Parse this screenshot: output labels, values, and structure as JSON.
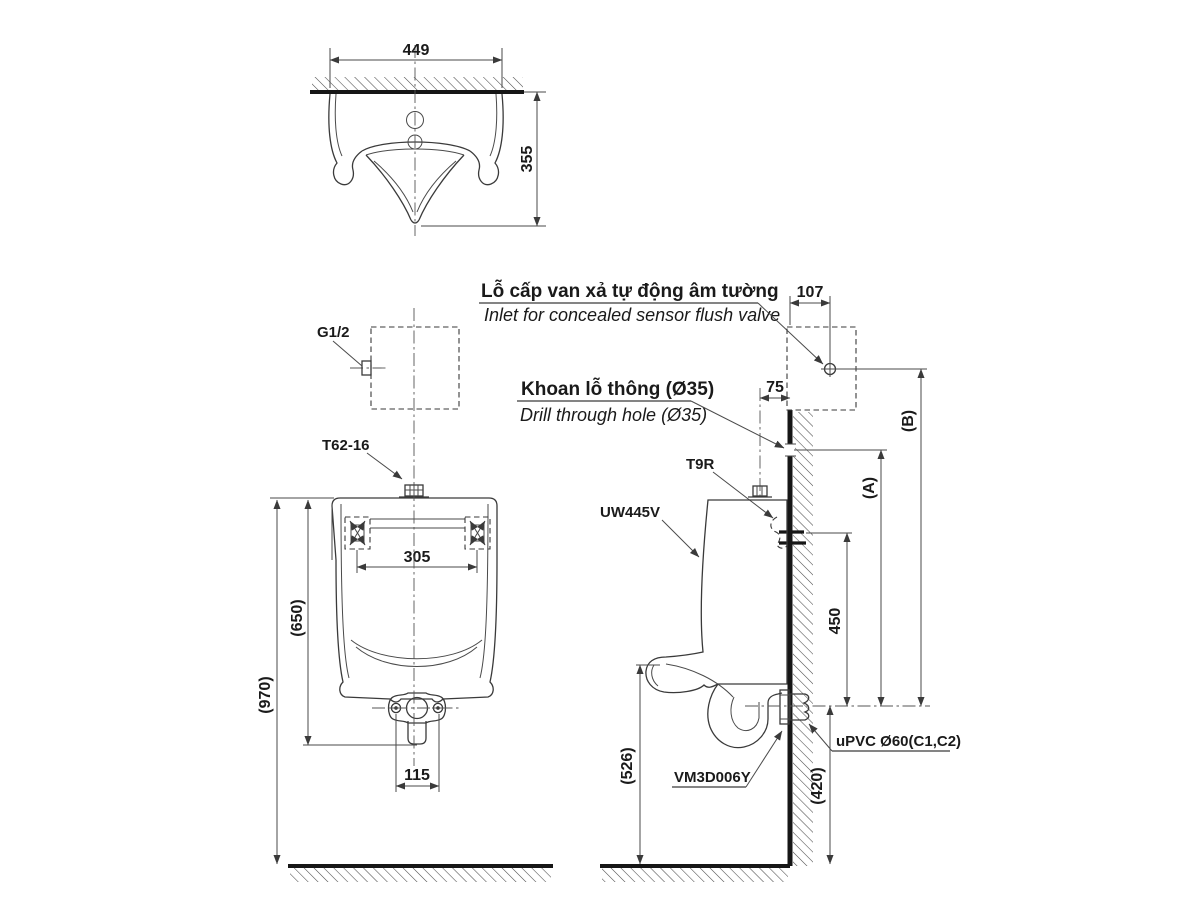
{
  "drawing": {
    "top_view": {
      "width": "449",
      "depth": "355"
    },
    "front_view": {
      "inlet_thread": "G1/2",
      "spud": "T62-16",
      "bolt_span": "305",
      "rim_height": "(650)",
      "total_height": "(970)",
      "outlet_width": "115"
    },
    "callouts": {
      "inlet_vi": "Lỗ cấp van xả tự động âm tường",
      "inlet_en": "Inlet for concealed sensor flush valve",
      "drill_vi": "Khoan lỗ thông (Ø35)",
      "drill_en": "Drill through hole (Ø35)"
    },
    "side_view": {
      "inlet_offset": "107",
      "spud_offset": "75",
      "dim_b": "(B)",
      "dim_a": "(A)",
      "spud_model": "T9R",
      "model": "UW445V",
      "bracket_height": "450",
      "lip_height": "(526)",
      "outlet_model": "VM3D006Y",
      "outlet_height": "(420)",
      "pipe": "uPVC Ø60(C1,C2)"
    }
  }
}
